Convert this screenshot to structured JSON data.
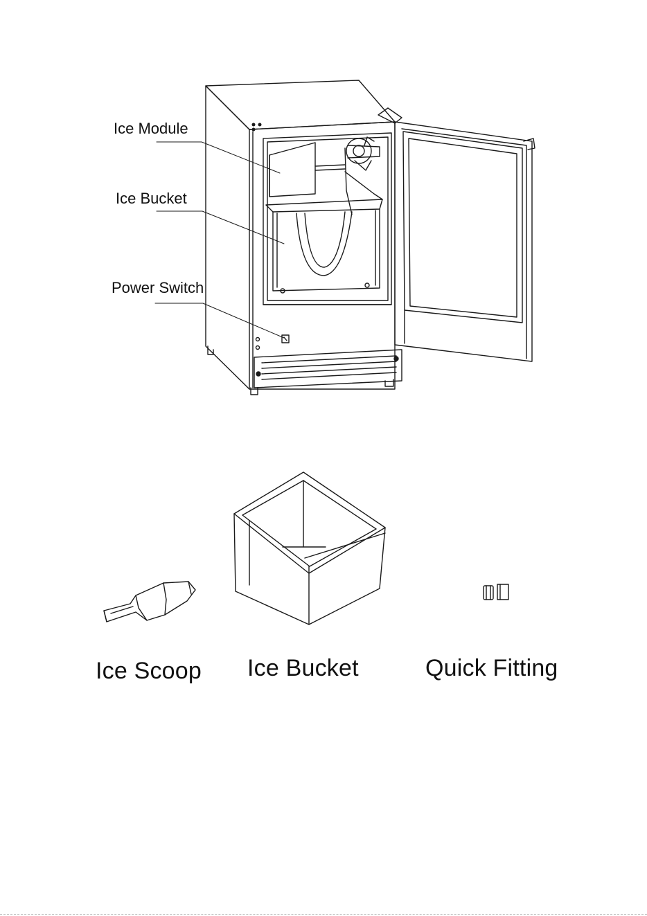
{
  "callouts": {
    "ice_module": "Ice Module",
    "ice_bucket": "Ice Bucket",
    "power_switch": "Power Switch"
  },
  "accessories": {
    "ice_scoop": "Ice Scoop",
    "ice_bucket": "Ice Bucket",
    "quick_fitting": "Quick Fitting"
  },
  "colors": {
    "line": "#1a1a1a",
    "background": "#ffffff"
  }
}
